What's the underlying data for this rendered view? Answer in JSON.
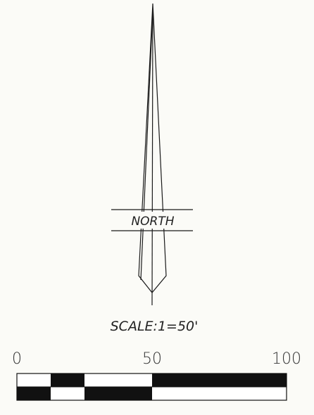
{
  "north_arrow": {
    "label": "NORTH"
  },
  "scale": {
    "text": "SCALE:1=50'"
  },
  "scale_bar": {
    "tick_labels": [
      "0",
      "50",
      "100"
    ],
    "colors": {
      "filled": "#111111",
      "empty": "#ffffff",
      "outline": "#111111"
    }
  }
}
